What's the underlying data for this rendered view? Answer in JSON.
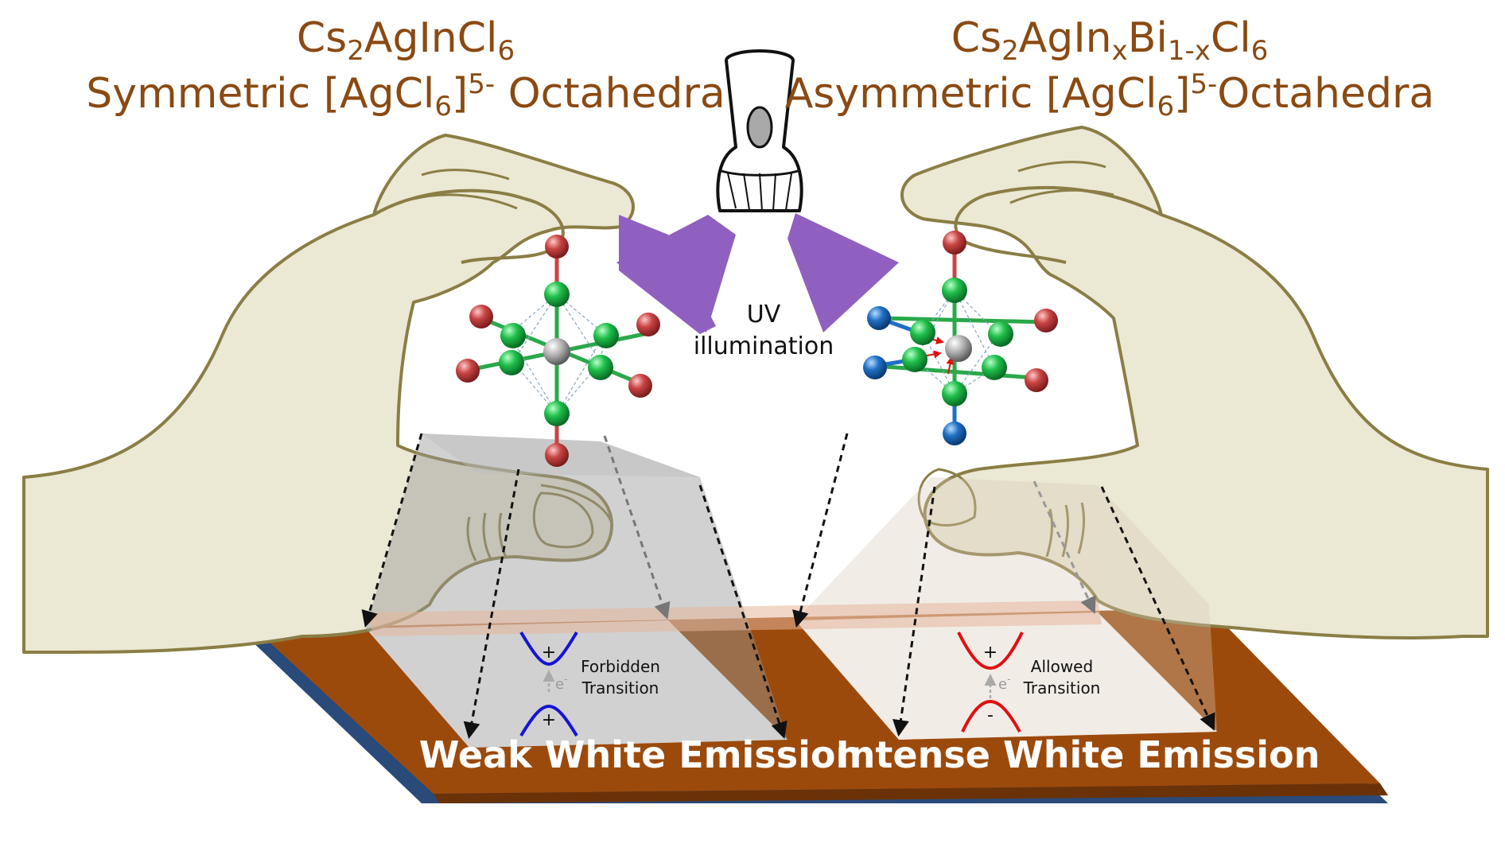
{
  "left_title": {
    "line1": {
      "base": "Cs",
      "sub1": "2",
      "mid": "AgInCl",
      "sub2": "6"
    },
    "line2": {
      "pre": "Symmetric [AgCl",
      "sub": "6",
      "close": "]",
      "sup": "5-",
      "post": " Octahedra"
    }
  },
  "right_title": {
    "line1": {
      "base": "Cs",
      "sub1": "2",
      "mid": "AgIn",
      "sub2": "x",
      "mid2": "Bi",
      "sub3": "1-x",
      "end": "Cl",
      "sub4": "6"
    },
    "line2": {
      "pre": "Asymmetric [AgCl",
      "sub": "6",
      "close": "]",
      "sup": "5-",
      "post": "Octahedra"
    }
  },
  "uv": {
    "line1": "UV",
    "line2": "illumination"
  },
  "left_panel": {
    "transition_line1": "Forbidden",
    "transition_line2": "Transition",
    "upper_sign": "+",
    "lower_sign": "+",
    "electron": "e",
    "electron_sup": "-",
    "emission": "Weak White Emission",
    "band_color": "#1414d4"
  },
  "right_panel": {
    "transition_line1": "Allowed",
    "transition_line2": "Transition",
    "upper_sign": "+",
    "lower_sign": "-",
    "electron": "e",
    "electron_sup": "-",
    "emission": "Intense White Emission",
    "band_color": "#e01010"
  },
  "colors": {
    "title": "#8a4a12",
    "uv_beam": "#9060c0",
    "board": "#9c4a0c",
    "board_edge": "#2a4a7a",
    "hand_fill": "#ebe8d4",
    "hand_stroke": "#8a7e45",
    "atom_cl": "#1fbf4a",
    "atom_ag": "#b0b0b0",
    "atom_cs": "#c94444",
    "atom_bi": "#1f6fc4"
  },
  "icons": [
    "flashlight-icon",
    "octahedron-icon"
  ]
}
